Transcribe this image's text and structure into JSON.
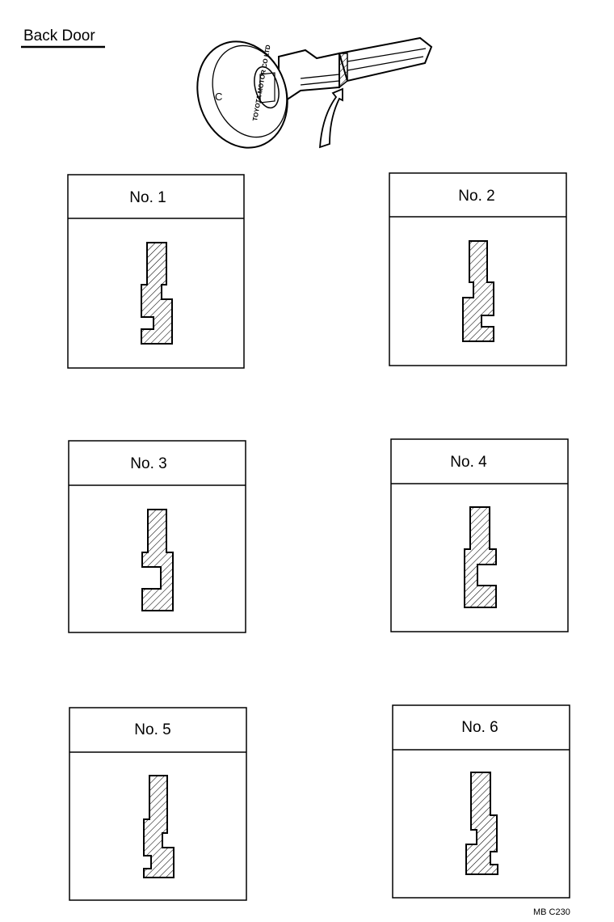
{
  "page": {
    "title": "Back Door",
    "figure_code": "MB C230"
  },
  "key_illustration": {
    "inscription": "TOYOTA MOTOR CO LTD",
    "head_mark": "C"
  },
  "profiles": [
    {
      "label": "No. 1"
    },
    {
      "label": "No. 2"
    },
    {
      "label": "No. 3"
    },
    {
      "label": "No. 4"
    },
    {
      "label": "No. 5"
    },
    {
      "label": "No. 6"
    }
  ],
  "colors": {
    "ink": "#000000",
    "paper": "#ffffff"
  }
}
